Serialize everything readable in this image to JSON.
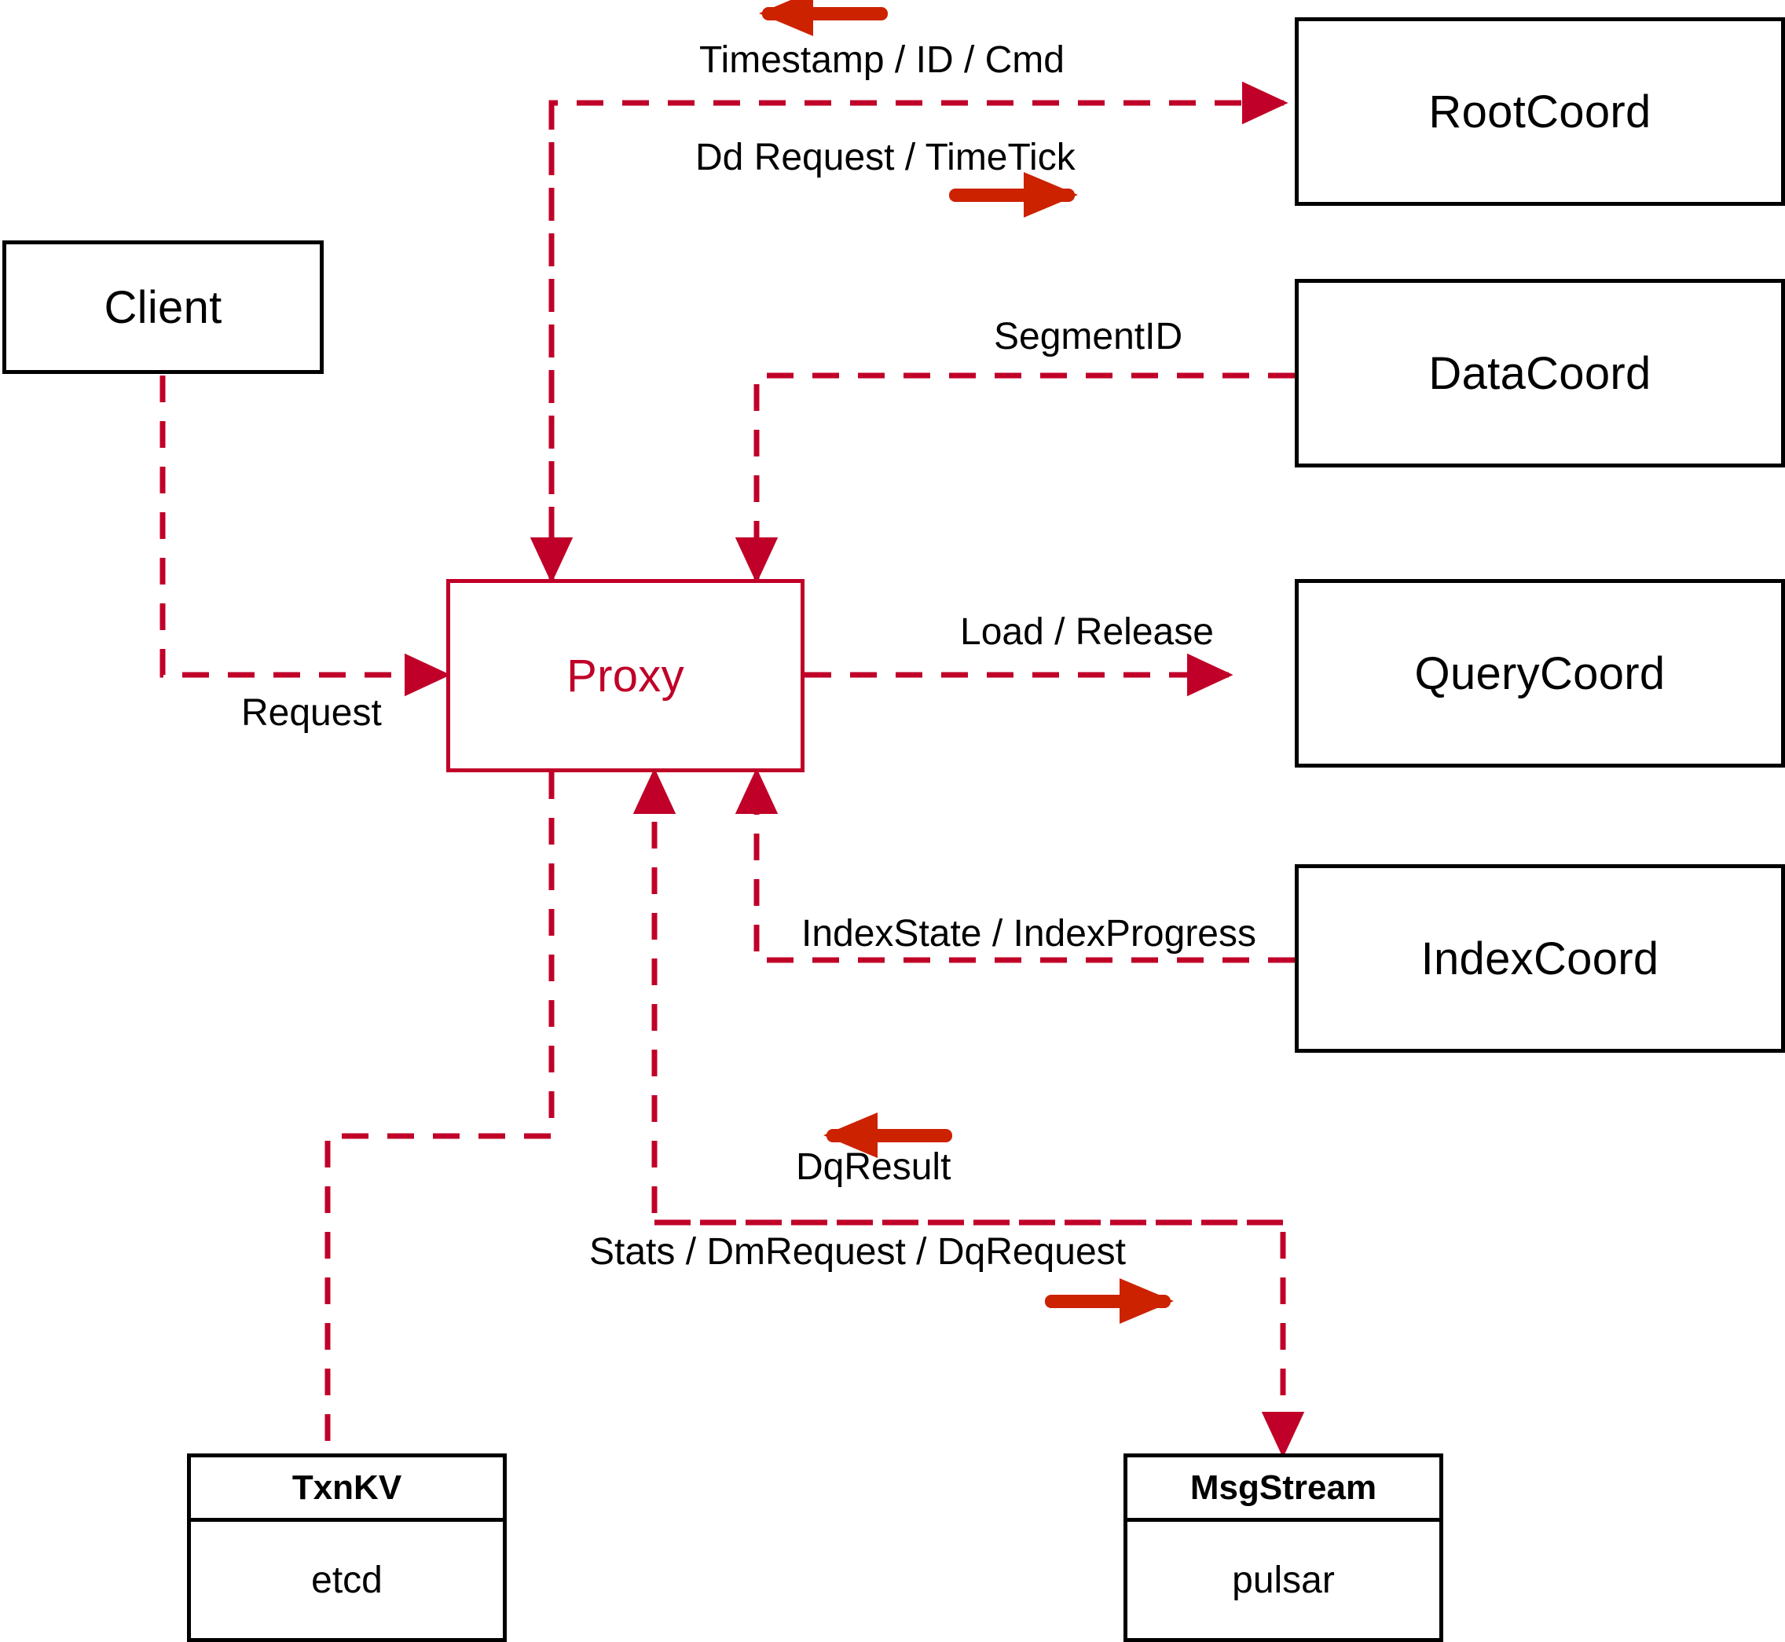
{
  "diagram": {
    "title": "Milvus Proxy interaction diagram",
    "colors": {
      "dashed_wire": "#C00028",
      "bold_arrow": "#CC2200",
      "node_border": "#000000",
      "proxy_border": "#C00028",
      "proxy_text": "#C00028",
      "background": "#FFFFFF"
    }
  },
  "nodes": {
    "client": {
      "label": "Client"
    },
    "proxy": {
      "label": "Proxy"
    },
    "root_coord": {
      "label": "RootCoord"
    },
    "data_coord": {
      "label": "DataCoord"
    },
    "query_coord": {
      "label": "QueryCoord"
    },
    "index_coord": {
      "label": "IndexCoord"
    }
  },
  "stores": {
    "txnkv": {
      "title": "TxnKV",
      "impl": "etcd"
    },
    "msgstream": {
      "title": "MsgStream",
      "impl": "pulsar"
    }
  },
  "edge_labels": {
    "timestamp_id_cmd": "Timestamp / ID / Cmd",
    "dd_request_timetick": "Dd Request / TimeTick",
    "segment_id": "SegmentID",
    "request": "Request",
    "load_release": "Load / Release",
    "index_state_progress": "IndexState / IndexProgress",
    "dq_result": "DqResult",
    "stats_dm_dq": "Stats / DmRequest / DqRequest"
  }
}
